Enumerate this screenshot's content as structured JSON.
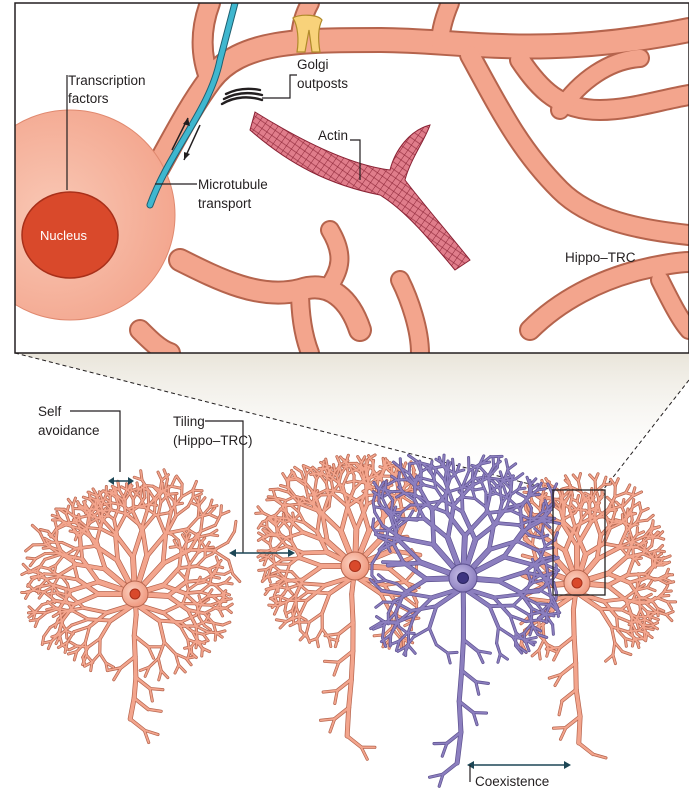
{
  "colors": {
    "neuron": "#f3a58d",
    "neuron_outline": "#b5644d",
    "soma_gradient_center": "#f9c8b5",
    "nucleus": "#d9492b",
    "nucleus_outline": "#a8301a",
    "microtubule": "#3fb7cf",
    "actin": "#d9697a",
    "secondary_neuron": "#8c7fbf",
    "secondary_outline": "#5d518f",
    "panel_border": "#231f20",
    "zoom_cone": "#efece4"
  },
  "inset": {
    "labels": {
      "nucleus": "Nucleus",
      "transcription_line1": "Transcription",
      "transcription_line2": "factors",
      "golgi_line1": "Golgi",
      "golgi_line2": "outposts",
      "actin": "Actin",
      "microtubule_line1": "Microtubule",
      "microtubule_line2": "transport",
      "hippo": "Hippo–TRC"
    }
  },
  "overview": {
    "labels": {
      "self_line1": "Self",
      "self_line2": "avoidance",
      "tiling_line1": "Tiling",
      "tiling_line2": "(Hippo–TRC)",
      "coexistence": "Coexistence"
    }
  }
}
